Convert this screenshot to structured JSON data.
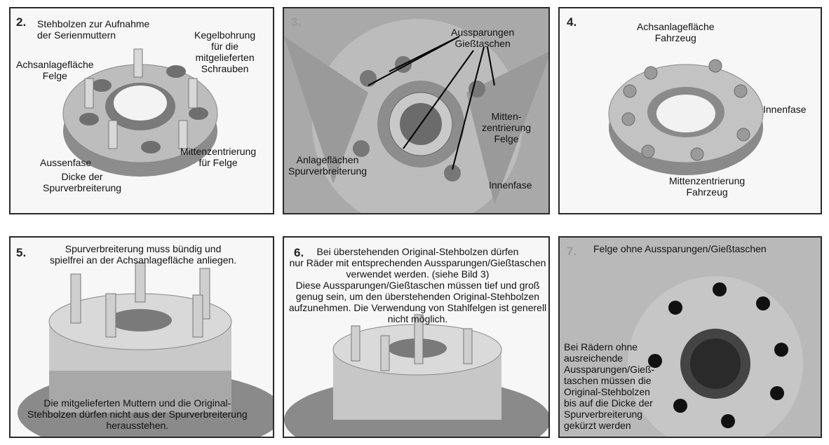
{
  "panels": [
    {
      "number": "2.",
      "labels": {
        "stehbolzen": "Stehbolzen zur Aufnahme\nder Serienmuttern",
        "achsanlage": "Achsanlagefläche\nFelge",
        "kegelbohrung": "Kegelbohrung\nfür die\nmitgelieferten\nSchrauben",
        "aussenfase": "Aussenfase",
        "mittenzentrierung": "Mittenzentrierung\nfür Felge",
        "dicke": "Dicke der\nSpurverbreiterung"
      }
    },
    {
      "number": "3.",
      "labels": {
        "aussparungen": "Aussparungen\nGießtaschen",
        "mittenzentrierung": "Mitten-\nzentrierung\nFelge",
        "anlageflaechen": "Anlageflächen\nSpurverbreiterung",
        "innenfase": "Innenfase"
      }
    },
    {
      "number": "4.",
      "labels": {
        "achsanlage": "Achsanlagefläche\nFahrzeug",
        "innenfase": "Innenfase",
        "mittenzentrierung": "Mittenzentrierung\nFahrzeug"
      }
    },
    {
      "number": "5.",
      "labels": {
        "top": "Spurverbreiterung muss bündig und\nspielfrei an der Achsanlagefläche anliegen.",
        "bottom": "Die mitgelieferten Muttern und die Original-\nStehbolzen dürfen nicht aus der Spurverbreiterung\nherausstehen."
      }
    },
    {
      "number": "6.",
      "labels": {
        "text": "Bei überstehenden Original-Stehbolzen dürfen\nnur Räder mit entsprechenden Aussparungen/Gießtaschen\nverwendet werden. (siehe Bild 3)\nDiese Aussparungen/Gießtaschen müssen tief und groß\ngenug sein, um den überstehenden Original-Stehbolzen\naufzunehmen. Die Verwendung von Stahlfelgen ist generell\nnicht möglich."
      }
    },
    {
      "number": "7.",
      "labels": {
        "top": "Felge ohne Aussparungen/Gießtaschen",
        "side": "Bei Rädern ohne\nausreichende\nAussparungen/Gieß-\ntaschen müssen die\nOriginal-Stehbolzen\nbis auf die Dicke der\nSpurverbreiterung\ngekürzt werden"
      }
    }
  ]
}
